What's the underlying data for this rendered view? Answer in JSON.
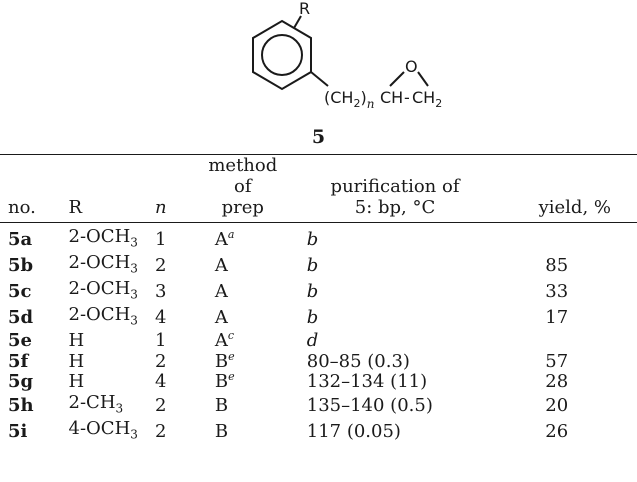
{
  "figure": {
    "substituent_label": "R",
    "chain_label": "(CH",
    "chain_sub": "2",
    "chain_n": "n",
    "ch_label": "CH",
    "ch2_label": "CH",
    "ch2_sub": "2",
    "oxygen_label": "O",
    "compound_number": "5"
  },
  "table": {
    "headers": {
      "no": "no.",
      "r": "R",
      "n": "n",
      "method_line1": "method",
      "method_line2": "of",
      "method_line3": "prep",
      "purification_line1": "purification of",
      "purification_line2": "5:  bp, °C",
      "yield": "yield, %"
    },
    "rows": [
      {
        "no": "5a",
        "r_main": "2-OCH",
        "r_sub": "3",
        "n": "1",
        "method": "A",
        "method_sup": "a",
        "purification": "b",
        "purification_italic": true,
        "yield": ""
      },
      {
        "no": "5b",
        "r_main": "2-OCH",
        "r_sub": "3",
        "n": "2",
        "method": "A",
        "method_sup": "",
        "purification": "b",
        "purification_italic": true,
        "yield": "85"
      },
      {
        "no": "5c",
        "r_main": "2-OCH",
        "r_sub": "3",
        "n": "3",
        "method": "A",
        "method_sup": "",
        "purification": "b",
        "purification_italic": true,
        "yield": "33"
      },
      {
        "no": "5d",
        "r_main": "2-OCH",
        "r_sub": "3",
        "n": "4",
        "method": "A",
        "method_sup": "",
        "purification": "b",
        "purification_italic": true,
        "yield": "17"
      },
      {
        "no": "5e",
        "r_main": "H",
        "r_sub": "",
        "n": "1",
        "method": "A",
        "method_sup": "c",
        "purification": "d",
        "purification_italic": true,
        "yield": ""
      },
      {
        "no": "5f",
        "r_main": "H",
        "r_sub": "",
        "n": "2",
        "method": "B",
        "method_sup": "e",
        "purification": "80–85 (0.3)",
        "purification_italic": false,
        "yield": "57"
      },
      {
        "no": "5g",
        "r_main": "H",
        "r_sub": "",
        "n": "4",
        "method": "B",
        "method_sup": "e",
        "purification": "132–134 (11)",
        "purification_italic": false,
        "yield": "28"
      },
      {
        "no": "5h",
        "r_main": "2-CH",
        "r_sub": "3",
        "n": "2",
        "method": "B",
        "method_sup": "",
        "purification": "135–140 (0.5)",
        "purification_italic": false,
        "yield": "20"
      },
      {
        "no": "5i",
        "r_main": "4-OCH",
        "r_sub": "3",
        "n": "2",
        "method": "B",
        "method_sup": "",
        "purification": "117 (0.05)",
        "purification_italic": false,
        "yield": "26"
      }
    ]
  }
}
